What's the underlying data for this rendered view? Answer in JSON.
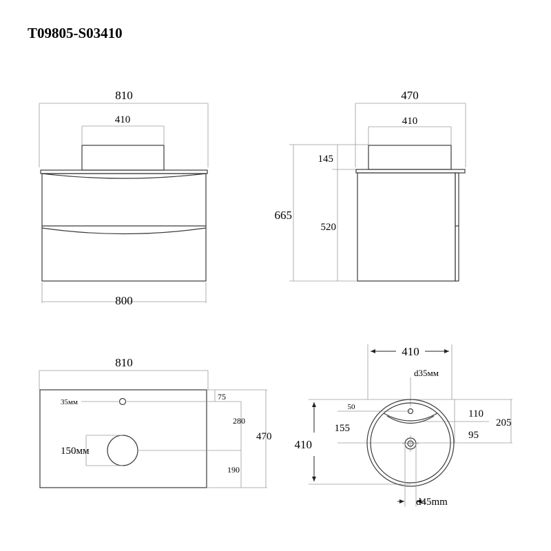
{
  "title": "T09805-S03410",
  "front_view": {
    "top_width": "810",
    "basin_width": "410",
    "bottom_width": "800"
  },
  "side_view": {
    "top_depth": "470",
    "basin_depth": "410",
    "total_height": "665",
    "basin_height": "145",
    "cabinet_height": "520"
  },
  "top_view": {
    "width": "810",
    "hole_label": "35мм",
    "hole_offset": "75",
    "hole_distance": "280",
    "depth": "470",
    "cutout_label": "150мм",
    "cutout_offset": "190"
  },
  "basin_view": {
    "diameter_width": "410",
    "tap_hole": "d35мм",
    "diameter_height": "410",
    "offset_50": "50",
    "offset_155": "155",
    "offset_110": "110",
    "offset_95": "95",
    "offset_205": "205",
    "drain": "d45mm"
  }
}
